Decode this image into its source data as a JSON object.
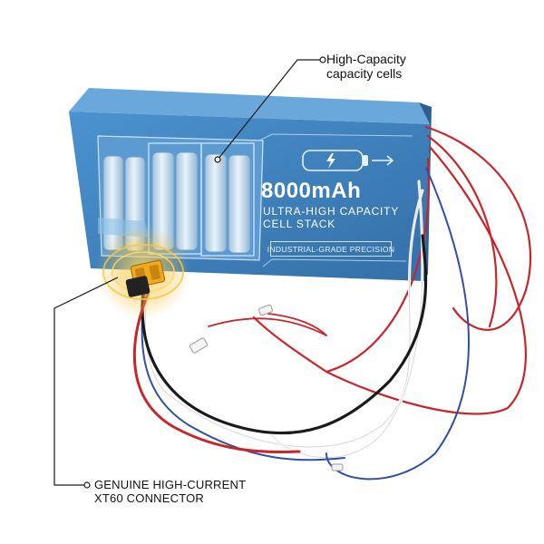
{
  "callouts": {
    "top": {
      "line1": "High-Capacity",
      "line2": "capacity cells"
    },
    "bottom": {
      "line1": "GENUINE HIGH-CURRENT",
      "line2": "XT60 CONNECTOR"
    }
  },
  "battery_label": {
    "capacity": "8000mAh",
    "subtitle_line1": "ULTRA-HIGH CAPACITY",
    "subtitle_line2": "CELL STACK",
    "badge": "INDUSTRIAL-GRADE PRECISION"
  },
  "colors": {
    "case_blue": "#3f86c4",
    "case_dark": "#2d6aa3",
    "wire_red": "#c8262b",
    "wire_black": "#1a1a1a",
    "wire_blue": "#2f4fa8",
    "connector_yellow": "#f0a91e",
    "glow": "#f5c542"
  },
  "icons": [
    "battery-icon",
    "arrow-right-icon",
    "lightning-icon"
  ]
}
